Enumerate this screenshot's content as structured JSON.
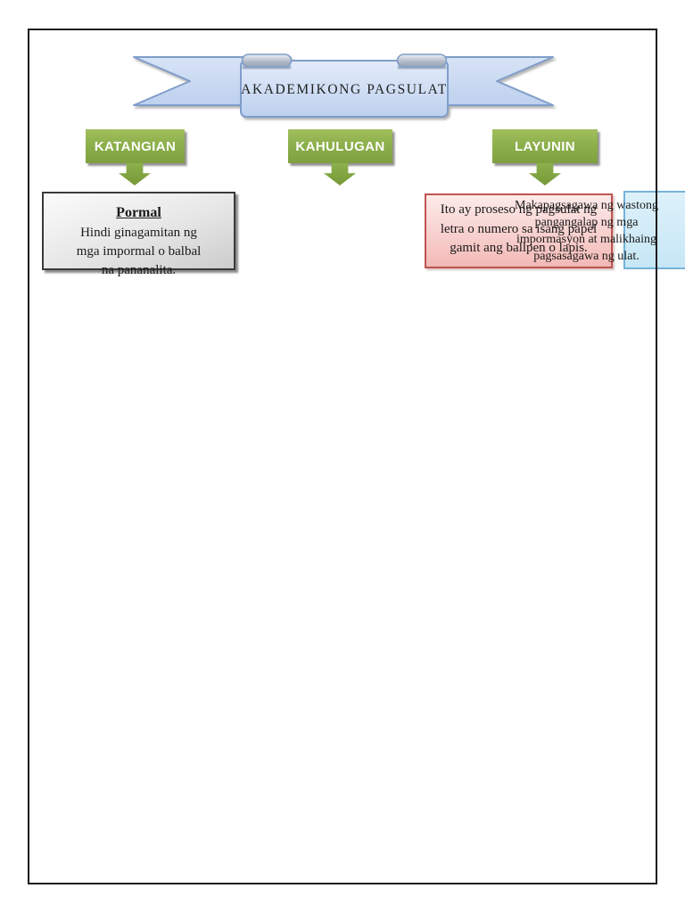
{
  "document": {
    "banner_title": "AKADEMIKONG PAGSULAT",
    "branches": [
      {
        "label": "KATANGIAN"
      },
      {
        "label": "KAHULUGAN"
      },
      {
        "label": "LAYUNIN"
      }
    ],
    "katangian": {
      "heading": "Pormal",
      "lines": [
        "Hindi ginagamitan ng",
        "mga impormal o balbal",
        "na pananalita."
      ]
    },
    "kahulugan": {
      "lines": [
        "Ito ay proseso ng pagsulat ng",
        "letra o numero sa isang papel",
        "gamit ang ballpen o lapis."
      ]
    },
    "layunin": {
      "lines": [
        "Makapagsagawa ng wastong",
        "pangangalap ng mga",
        "impormasyon at malikhaing",
        "pagsasagawa ng ulat."
      ]
    },
    "colors": {
      "page_background": "#FFFFFF",
      "page_border": "#1C1C1C",
      "banner_fill": "#CBDCF4",
      "banner_stroke": "#7F9DC9",
      "banner_curl_gray": "#98A2B1",
      "branch_green": "#8CB04B",
      "branch_text": "#FFFFFF",
      "katangian_fill": "#E0E0E0",
      "katangian_border": "#3A3A3A",
      "kahulugan_fill": "#F6C9C6",
      "kahulugan_border": "#BE5450",
      "layunin_fill": "#C6E7F6",
      "layunin_border": "#74B2D8"
    }
  }
}
